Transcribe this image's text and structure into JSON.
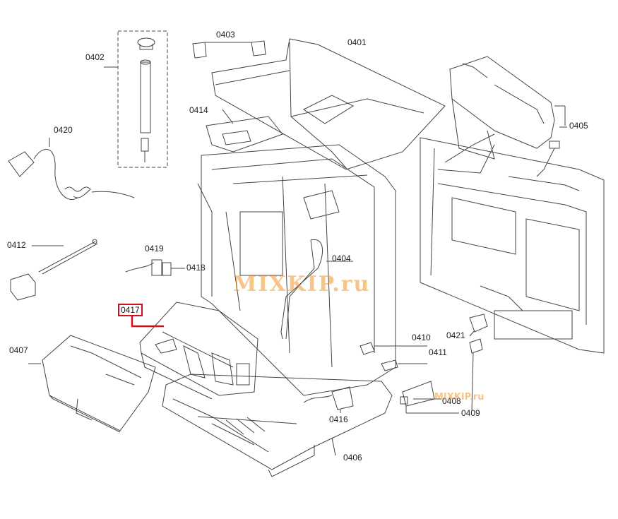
{
  "diagram": {
    "parts": [
      {
        "id": "p0401",
        "code": "0401"
      },
      {
        "id": "p0402",
        "code": "0402"
      },
      {
        "id": "p0403",
        "code": "0403"
      },
      {
        "id": "p0404",
        "code": "0404"
      },
      {
        "id": "p0405",
        "code": "0405"
      },
      {
        "id": "p0406",
        "code": "0406"
      },
      {
        "id": "p0407",
        "code": "0407"
      },
      {
        "id": "p0408",
        "code": "0408"
      },
      {
        "id": "p0409",
        "code": "0409"
      },
      {
        "id": "p0410",
        "code": "0410"
      },
      {
        "id": "p0411",
        "code": "0411"
      },
      {
        "id": "p0412",
        "code": "0412"
      },
      {
        "id": "p0414",
        "code": "0414"
      },
      {
        "id": "p0416",
        "code": "0416"
      },
      {
        "id": "p0417",
        "code": "0417",
        "highlighted": true
      },
      {
        "id": "p0418",
        "code": "0418"
      },
      {
        "id": "p0419",
        "code": "0419"
      },
      {
        "id": "p0420",
        "code": "0420"
      },
      {
        "id": "p0421",
        "code": "0421"
      }
    ],
    "highlight_color": "#d0101a",
    "line_color": "#444444",
    "watermark": {
      "text": "MIXKIP.ru",
      "small_text": "MIXKIP.ru",
      "color": "#f0962a"
    }
  }
}
